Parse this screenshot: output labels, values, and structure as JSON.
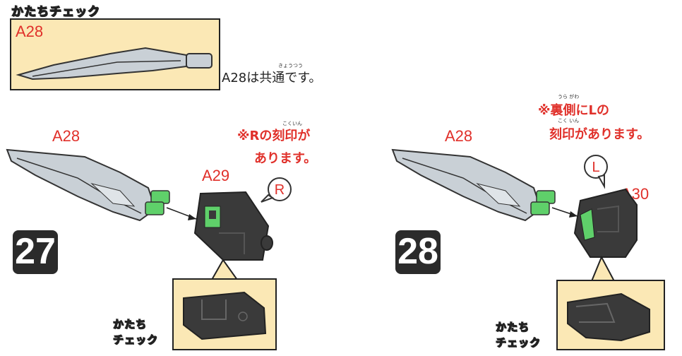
{
  "check_title": "かたちチェック",
  "top_box": {
    "part": "A28"
  },
  "common_note": {
    "main": "A28は共通です。",
    "ruby": "きょうつう"
  },
  "step27": {
    "number": "27",
    "label_a28": "A28",
    "label_a29": "A29",
    "note_line1": "※Rの刻印が",
    "note_line2": "あります。",
    "note_ruby": "こくいん",
    "mark": "R",
    "check_line1": "かたち",
    "check_line2": "チェック"
  },
  "step28": {
    "number": "28",
    "label_a28": "A28",
    "label_a30": "A30",
    "note_line1": "※裏側にLの",
    "note_line2": "刻印があります。",
    "note_ruby1": "うら がわ",
    "note_ruby2": "こく いん",
    "mark": "L",
    "check_line1": "かたち",
    "check_line2": "チェック"
  },
  "colors": {
    "label_red": "#e0302a",
    "check_box_bg": "#fbe8b5",
    "part_gray": "#c9d0d6",
    "part_dark": "#3a3a3a",
    "peg_green": "#5fd06a"
  }
}
